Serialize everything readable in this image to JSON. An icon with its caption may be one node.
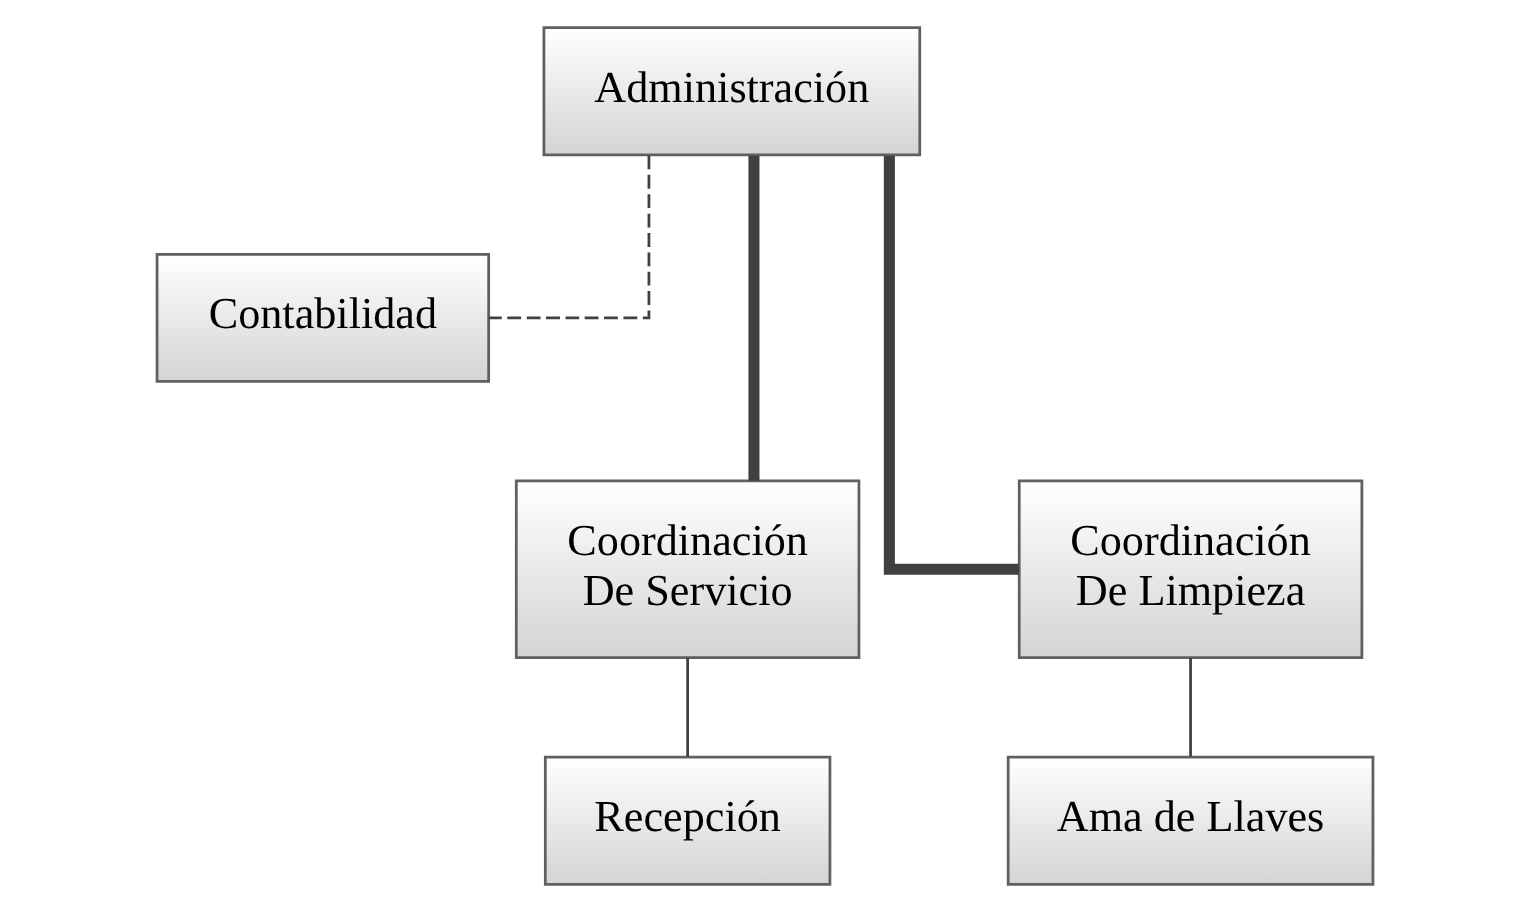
{
  "diagram": {
    "nodes": [
      {
        "text": [
          "Administración"
        ]
      },
      {
        "text": [
          "Contabilidad"
        ]
      },
      {
        "text": [
          "Coordinación De Servicio"
        ]
      },
      {
        "text": [
          "Coordinación De Limpieza"
        ]
      },
      {
        "text": [
          "Recepción"
        ]
      },
      {
        "text": [
          "Ama de Llaves"
        ]
      }
    ],
    "edges": [
      {
        "from": 0,
        "to": 1,
        "arrow": "none",
        "style": "dashed"
      },
      {
        "from": 0,
        "to": 2,
        "arrow": "none",
        "style": "thick"
      },
      {
        "from": 0,
        "to": 3,
        "arrow": "none",
        "style": "thick"
      },
      {
        "from": 2,
        "to": 4,
        "arrow": "none"
      },
      {
        "from": 3,
        "to": 5,
        "arrow": "none"
      }
    ]
  }
}
